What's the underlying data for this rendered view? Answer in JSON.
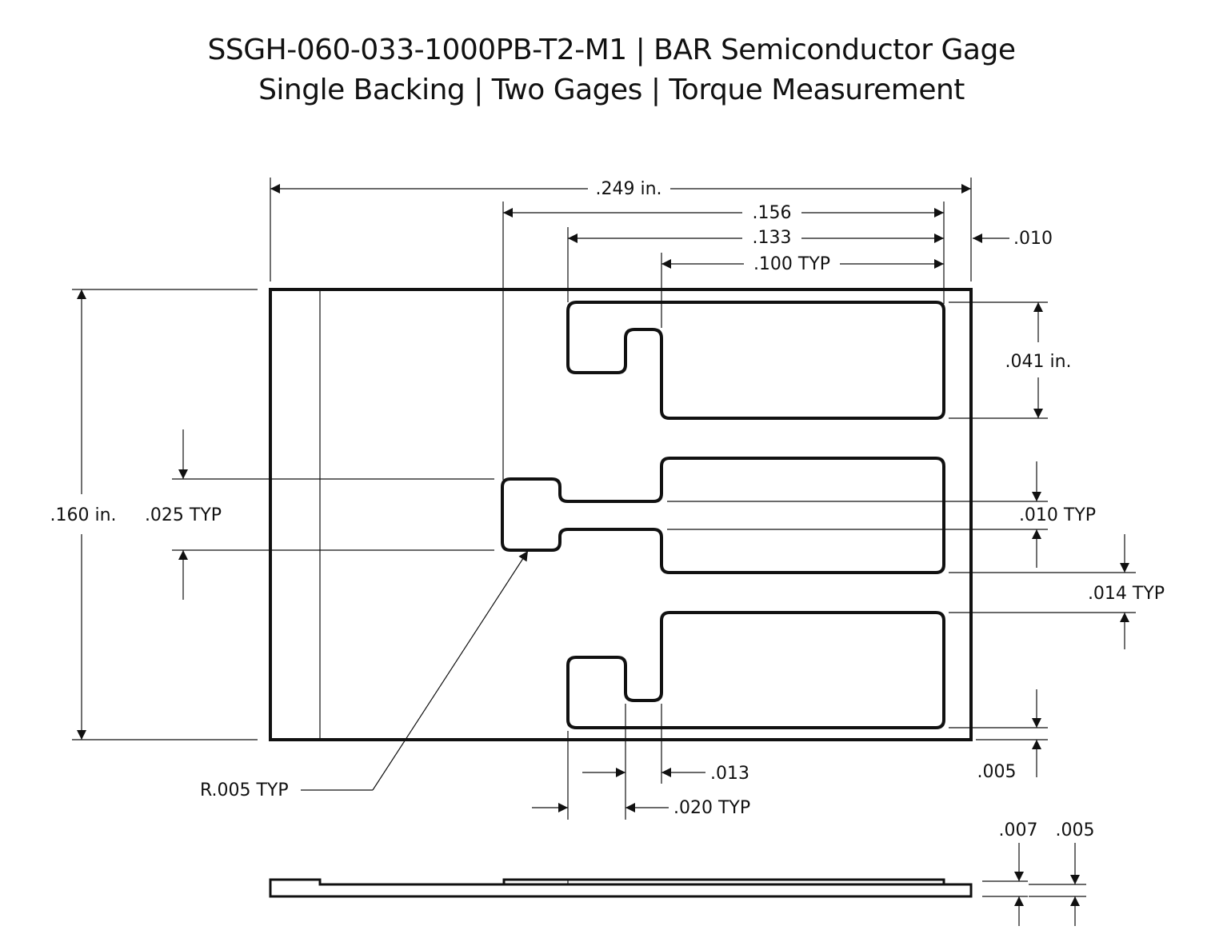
{
  "title": {
    "line1": "SSGH-060-033-1000PB-T2-M1 | BAR Semiconductor Gage",
    "line2": "Single Backing | Two Gages | Torque Measurement"
  },
  "dimensions": {
    "overall_width": ".249 in.",
    "d156": ".156",
    "d133": ".133",
    "d100": ".100 TYP",
    "d010_right": ".010",
    "overall_height": ".160 in.",
    "d025": ".025 TYP",
    "d041": ".041 in.",
    "d010_typ": ".010 TYP",
    "d014": ".014 TYP",
    "d005_right": ".005",
    "radius": "R.005 TYP",
    "d013": ".013",
    "d020": ".020 TYP",
    "side_007": ".007",
    "side_005": ".005"
  }
}
